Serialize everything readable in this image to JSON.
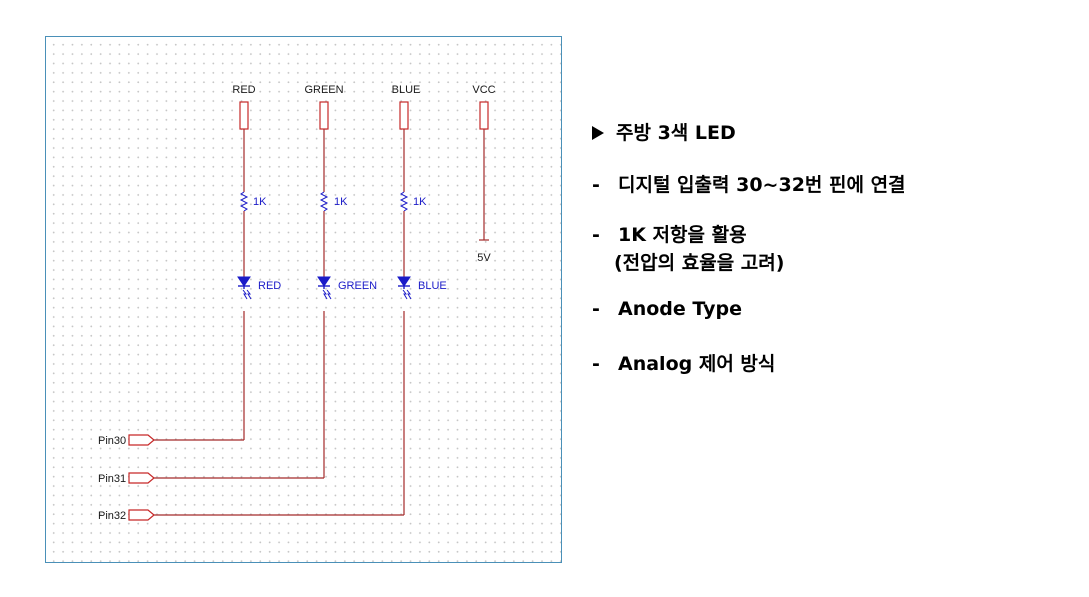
{
  "schematic": {
    "channels": [
      {
        "net_label": "RED",
        "resistor": "1K",
        "led_label": "RED",
        "pin": "Pin30"
      },
      {
        "net_label": "GREEN",
        "resistor": "1K",
        "led_label": "GREEN",
        "pin": "Pin31"
      },
      {
        "net_label": "BLUE",
        "resistor": "1K",
        "led_label": "BLUE",
        "pin": "Pin32"
      }
    ],
    "vcc": {
      "net_label": "VCC",
      "voltage": "5V"
    }
  },
  "notes": {
    "title": "주방 3색 LED",
    "items": [
      {
        "marker": "-",
        "text": "디지털 입출력 30~32번 핀에 연결",
        "sub": ""
      },
      {
        "marker": "-",
        "text": "1K 저항을 활용",
        "sub": "(전압의 효율을 고려)"
      },
      {
        "marker": "-",
        "text": "Anode Type",
        "sub": ""
      },
      {
        "marker": "-",
        "text": "Analog 제어 방식",
        "sub": ""
      }
    ]
  }
}
